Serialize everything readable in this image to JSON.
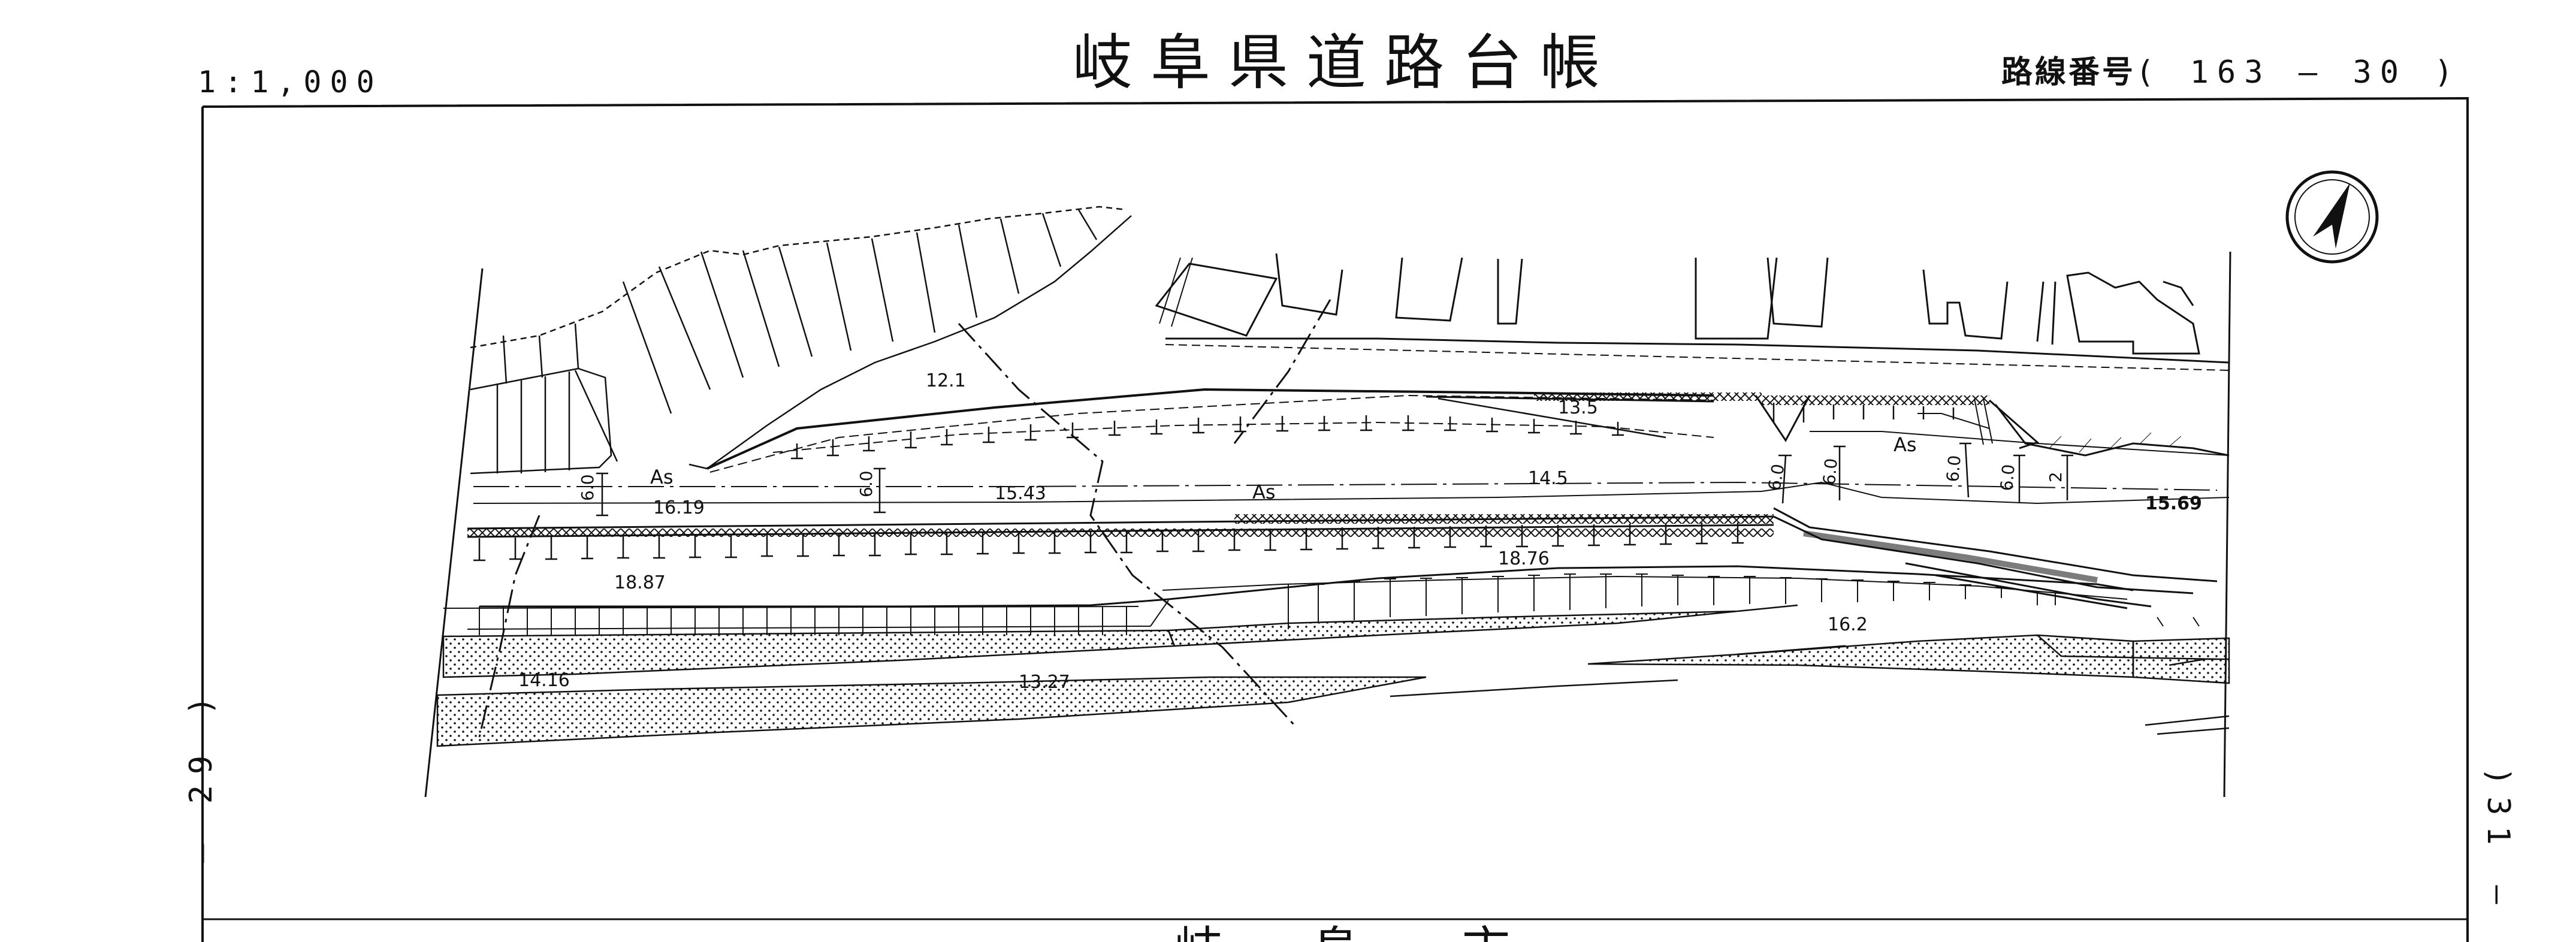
{
  "header": {
    "title": "岐阜県道路台帳",
    "scale": "1:1,000",
    "route_label": "路線番号",
    "route_number": "( 163 — 30 )"
  },
  "adjacent_sheets": {
    "left": "— 29 )",
    "right": ")31 —"
  },
  "road_surface": [
    "As",
    "As",
    "As"
  ],
  "road_widths": [
    "6.0",
    "6.0",
    "6.0",
    "6.0",
    "6.0",
    "6.0",
    "2"
  ],
  "elevations": [
    "12.1",
    "16.19",
    "15.43",
    "14.5",
    "13.5",
    "15.69",
    "18.87",
    "18.76",
    "14.16",
    "13.27",
    "16.2"
  ],
  "bottom_title": [
    "岐",
    "阜",
    "市"
  ],
  "colors": {
    "line": "#111111",
    "background": "#ffffff"
  },
  "icons": [
    "north-arrow-icon"
  ]
}
